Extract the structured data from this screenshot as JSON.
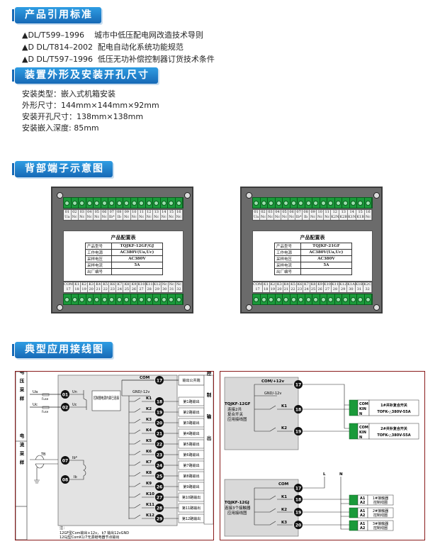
{
  "sections": {
    "standards": "产品引用标准",
    "dimensions": "装置外形及安装开孔尺寸",
    "terminals": "背部端子示意图",
    "wiring": "典型应用接线图"
  },
  "standards": [
    "▲DL/T599–1996    城市中低压配电网改造技术导则",
    "▲D DL/T814–2002  配电自动化系统功能规范",
    "▲D DL/T597–1996  低压无功补偿控制器订货技术条件"
  ],
  "specs": [
    "安装类型：嵌入式机箱安装",
    "外形尺寸：144mm×144mm×92mm",
    "安装开孔尺寸：138mm×138mm",
    "安装嵌入深度: 85mm"
  ],
  "devices": [
    {
      "top_numbers": [
        "01",
        "02",
        "03",
        "04",
        "05",
        "06",
        "07",
        "08",
        "09",
        "10",
        "11",
        "12",
        "13",
        "14",
        "15",
        "16"
      ],
      "top_labels": [
        "Ua",
        "Nc",
        "Nc",
        "Nc",
        "Nc",
        "Nc",
        "Ib*",
        "Ib",
        "Nc",
        "Nc",
        "Nc",
        "Nc",
        "Nc",
        "Nc",
        "Nc",
        "Nc"
      ],
      "config_title": "产品配置表",
      "rows": [
        {
          "label": "产品型号",
          "value": "TQJKF-12GF/GJ"
        },
        {
          "label": "工作电源",
          "value": "AC380V(Ua,Uc)"
        },
        {
          "label": "采样电压",
          "value": "AC380V"
        },
        {
          "label": "采样电流",
          "value": "5A"
        },
        {
          "label": "出厂编号",
          "value": ""
        }
      ],
      "bottom_labels": [
        "COM",
        "K1",
        "K2",
        "K3",
        "K4",
        "K5",
        "K6",
        "K7",
        "K8",
        "K9",
        "K10",
        "K11",
        "K12",
        "Nc",
        "Nc",
        "Nc"
      ],
      "bottom_numbers": [
        "17",
        "18",
        "19",
        "20",
        "21",
        "22",
        "23",
        "24",
        "25",
        "26",
        "27",
        "28",
        "29",
        "30",
        "31",
        "32"
      ]
    },
    {
      "top_numbers": [
        "01",
        "02",
        "03",
        "04",
        "05",
        "06",
        "07",
        "08",
        "09",
        "10",
        "11",
        "12",
        "13",
        "14",
        "15",
        "16"
      ],
      "top_labels": [
        "Ua",
        "Nc",
        "Nc",
        "Nc",
        "Nc",
        "Nc",
        "Ib*",
        "Ib",
        "Nc",
        "Nc",
        "Nc",
        "K2N",
        "K2B",
        "K1N",
        "K1B",
        "Nc"
      ],
      "config_title": "产品配置表",
      "rows": [
        {
          "label": "产品型号",
          "value": "TQJKF-21GF"
        },
        {
          "label": "工作电源",
          "value": "AC380V(Ua,Uc)"
        },
        {
          "label": "采样电压",
          "value": "AC380V"
        },
        {
          "label": "采样电流",
          "value": "5A"
        },
        {
          "label": "出厂编号",
          "value": ""
        }
      ],
      "bottom_labels": [
        "COM",
        "K1",
        "K2",
        "K3",
        "K4",
        "K5",
        "K6",
        "K7",
        "K8",
        "K9",
        "K10",
        "K11",
        "K12",
        "K1A",
        "K1B",
        "K2C"
      ],
      "bottom_numbers": [
        "17",
        "18",
        "19",
        "20",
        "21",
        "22",
        "23",
        "24",
        "25",
        "26",
        "27",
        "28",
        "29",
        "30",
        "31",
        "32"
      ]
    }
  ],
  "left_diagram": {
    "sampling_voltage": "电压采样",
    "sampling_current": "电流采样",
    "control_output": "控制输出",
    "ua_label": "Ua",
    "uc_label": "Uc",
    "fuse": "Fuse",
    "tb": "TB",
    "term_01": "01",
    "term_02": "02",
    "term_07": "07",
    "term_08": "08",
    "term_17": "17",
    "un": "Un",
    "uc": "Uc",
    "ib_star": "Ib*",
    "ib": "Ib",
    "power_note": "控制器电源内部已连接",
    "com_label": "COM",
    "gnd_label": "GND/-12v",
    "output_common": "输出公共端",
    "outputs": [
      {
        "k": "K1",
        "t": "18",
        "label": "第1路输出"
      },
      {
        "k": "K2",
        "t": "19",
        "label": "第2路输出"
      },
      {
        "k": "K3",
        "t": "20",
        "label": "第3路输出"
      },
      {
        "k": "K4",
        "t": "21",
        "label": "第4路输出"
      },
      {
        "k": "K5",
        "t": "22",
        "label": "第5路输出"
      },
      {
        "k": "K6",
        "t": "23",
        "label": "第6路输出"
      },
      {
        "k": "K7",
        "t": "24",
        "label": "第7路输出"
      },
      {
        "k": "K8",
        "t": "25",
        "label": "第8路输出"
      },
      {
        "k": "K9",
        "t": "26",
        "label": "第9路输出"
      },
      {
        "k": "K10",
        "t": "27",
        "label": "第10路输出"
      },
      {
        "k": "K11",
        "t": "28",
        "label": "第11路输出"
      },
      {
        "k": "K12",
        "t": "29",
        "label": "第12路输出"
      }
    ],
    "note1": "注：",
    "note2": "12GF型Com输出+12v，  k7 输出12vGND",
    "note3": "12GJ型ComK1/7无源继电器节点输出"
  },
  "right_diagram": {
    "top": {
      "com_label": "COM/+12v",
      "gnd_label": "GND/-12v",
      "title_lines": [
        "TQJKF-12GF",
        "连接2共",
        "复合开关",
        "应用接线图"
      ],
      "t17": "17",
      "t18": "18",
      "t19": "19",
      "k1": "K1",
      "k2": "K2",
      "switches": [
        {
          "terms": [
            "COM",
            "KIN",
            "N"
          ],
          "label": "1#共补复合开关",
          "model": "TOFK-△380V-55A"
        },
        {
          "terms": [
            "COM",
            "KIN",
            "N"
          ],
          "label": "2#共补复合开关",
          "model": "TOFK-△380V-55A"
        }
      ]
    },
    "bottom": {
      "l_label": "L",
      "n_label": "N",
      "com_label": "COM",
      "title_lines": [
        "TQJKF-12GJ",
        "连接3个接触器",
        "应用接线图"
      ],
      "t17": "17",
      "t18": "18",
      "t19": "19",
      "t20": "20",
      "k1": "K1",
      "k2": "K2",
      "k3": "K3",
      "contactors": [
        {
          "a1": "A1",
          "a2": "A2",
          "label1": "1#接触器",
          "label2": "控制线圈"
        },
        {
          "a1": "A1",
          "a2": "A2",
          "label1": "2#接触器",
          "label2": "控制线圈"
        },
        {
          "a1": "A1",
          "a2": "A2",
          "label1": "3#接触器",
          "label2": "控制线圈"
        }
      ]
    }
  },
  "colors": {
    "title_blue": "#1f7fcc",
    "terminal_green": "#1a9a3a",
    "frame_red": "#8a1b1b"
  }
}
